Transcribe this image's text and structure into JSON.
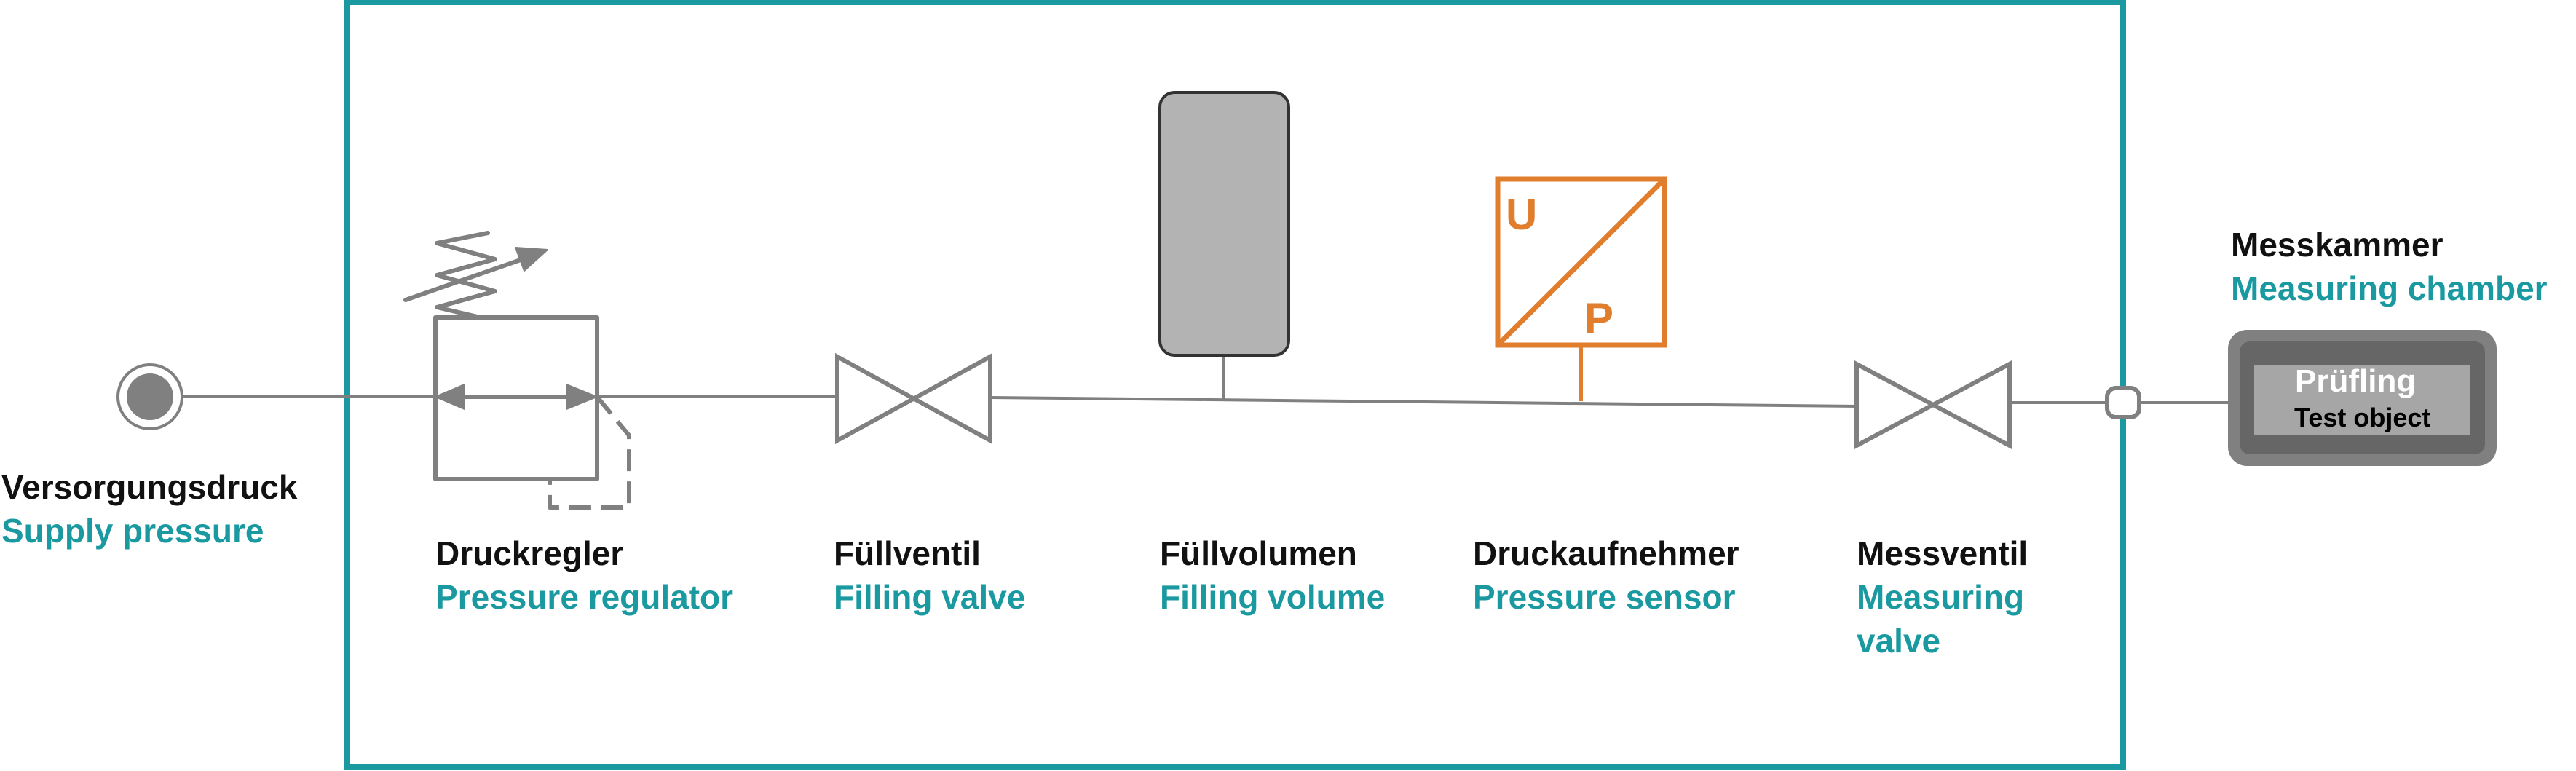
{
  "colors": {
    "frame": "#1a9aa0",
    "line": "#808080",
    "sensor": "#e07e2e",
    "tank_fill": "#b3b3b3",
    "chamber_outer": "#8c8c8c",
    "chamber_inner": "#a6a6a6",
    "label_de": "#111111",
    "label_en": "#1a9aa0"
  },
  "components": {
    "supply": {
      "label_de": "Versorgungsdruck",
      "label_en": "Supply pressure",
      "icon": "supply-port-icon"
    },
    "regulator": {
      "label_de": "Druckregler",
      "label_en": "Pressure regulator",
      "icon": "pressure-regulator-icon"
    },
    "filling_valve": {
      "label_de": "Füllventil",
      "label_en": "Filling valve",
      "icon": "valve-icon"
    },
    "filling_volume": {
      "label_de": "Füllvolumen",
      "label_en": "Filling volume",
      "icon": "tank-icon"
    },
    "pressure_sensor": {
      "label_de": "Druckaufnehmer",
      "label_en": "Pressure sensor",
      "icon": "pressure-sensor-icon",
      "symbol_u": "U",
      "symbol_p": "P"
    },
    "measuring_valve": {
      "label_de": "Messventil",
      "label_en": "Measuring valve",
      "icon": "valve-icon"
    },
    "measuring_chamber": {
      "label_de": "Messkammer",
      "label_en": "Measuring chamber",
      "test_object_de": "Prüfling",
      "test_object_en": "Test object",
      "icon": "test-chamber-icon"
    }
  }
}
